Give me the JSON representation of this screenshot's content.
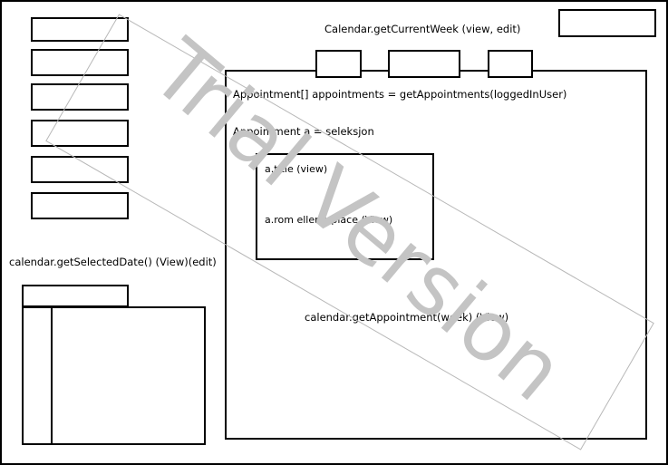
{
  "labels": {
    "current_week": "Calendar.getCurrentWeek (view, edit)",
    "appointments": "Appointment[] appointments = getAppointments(loggedInUser)",
    "selection": "Appointment a = seleksjon",
    "title": "a.title (view)",
    "place": "a.rom eller a.place (View)",
    "week_appointments": "calendar.getAppointment(week) (View)",
    "selected_date": "calendar.getSelectedDate() (View)(edit)"
  },
  "watermark": "Trial Version"
}
